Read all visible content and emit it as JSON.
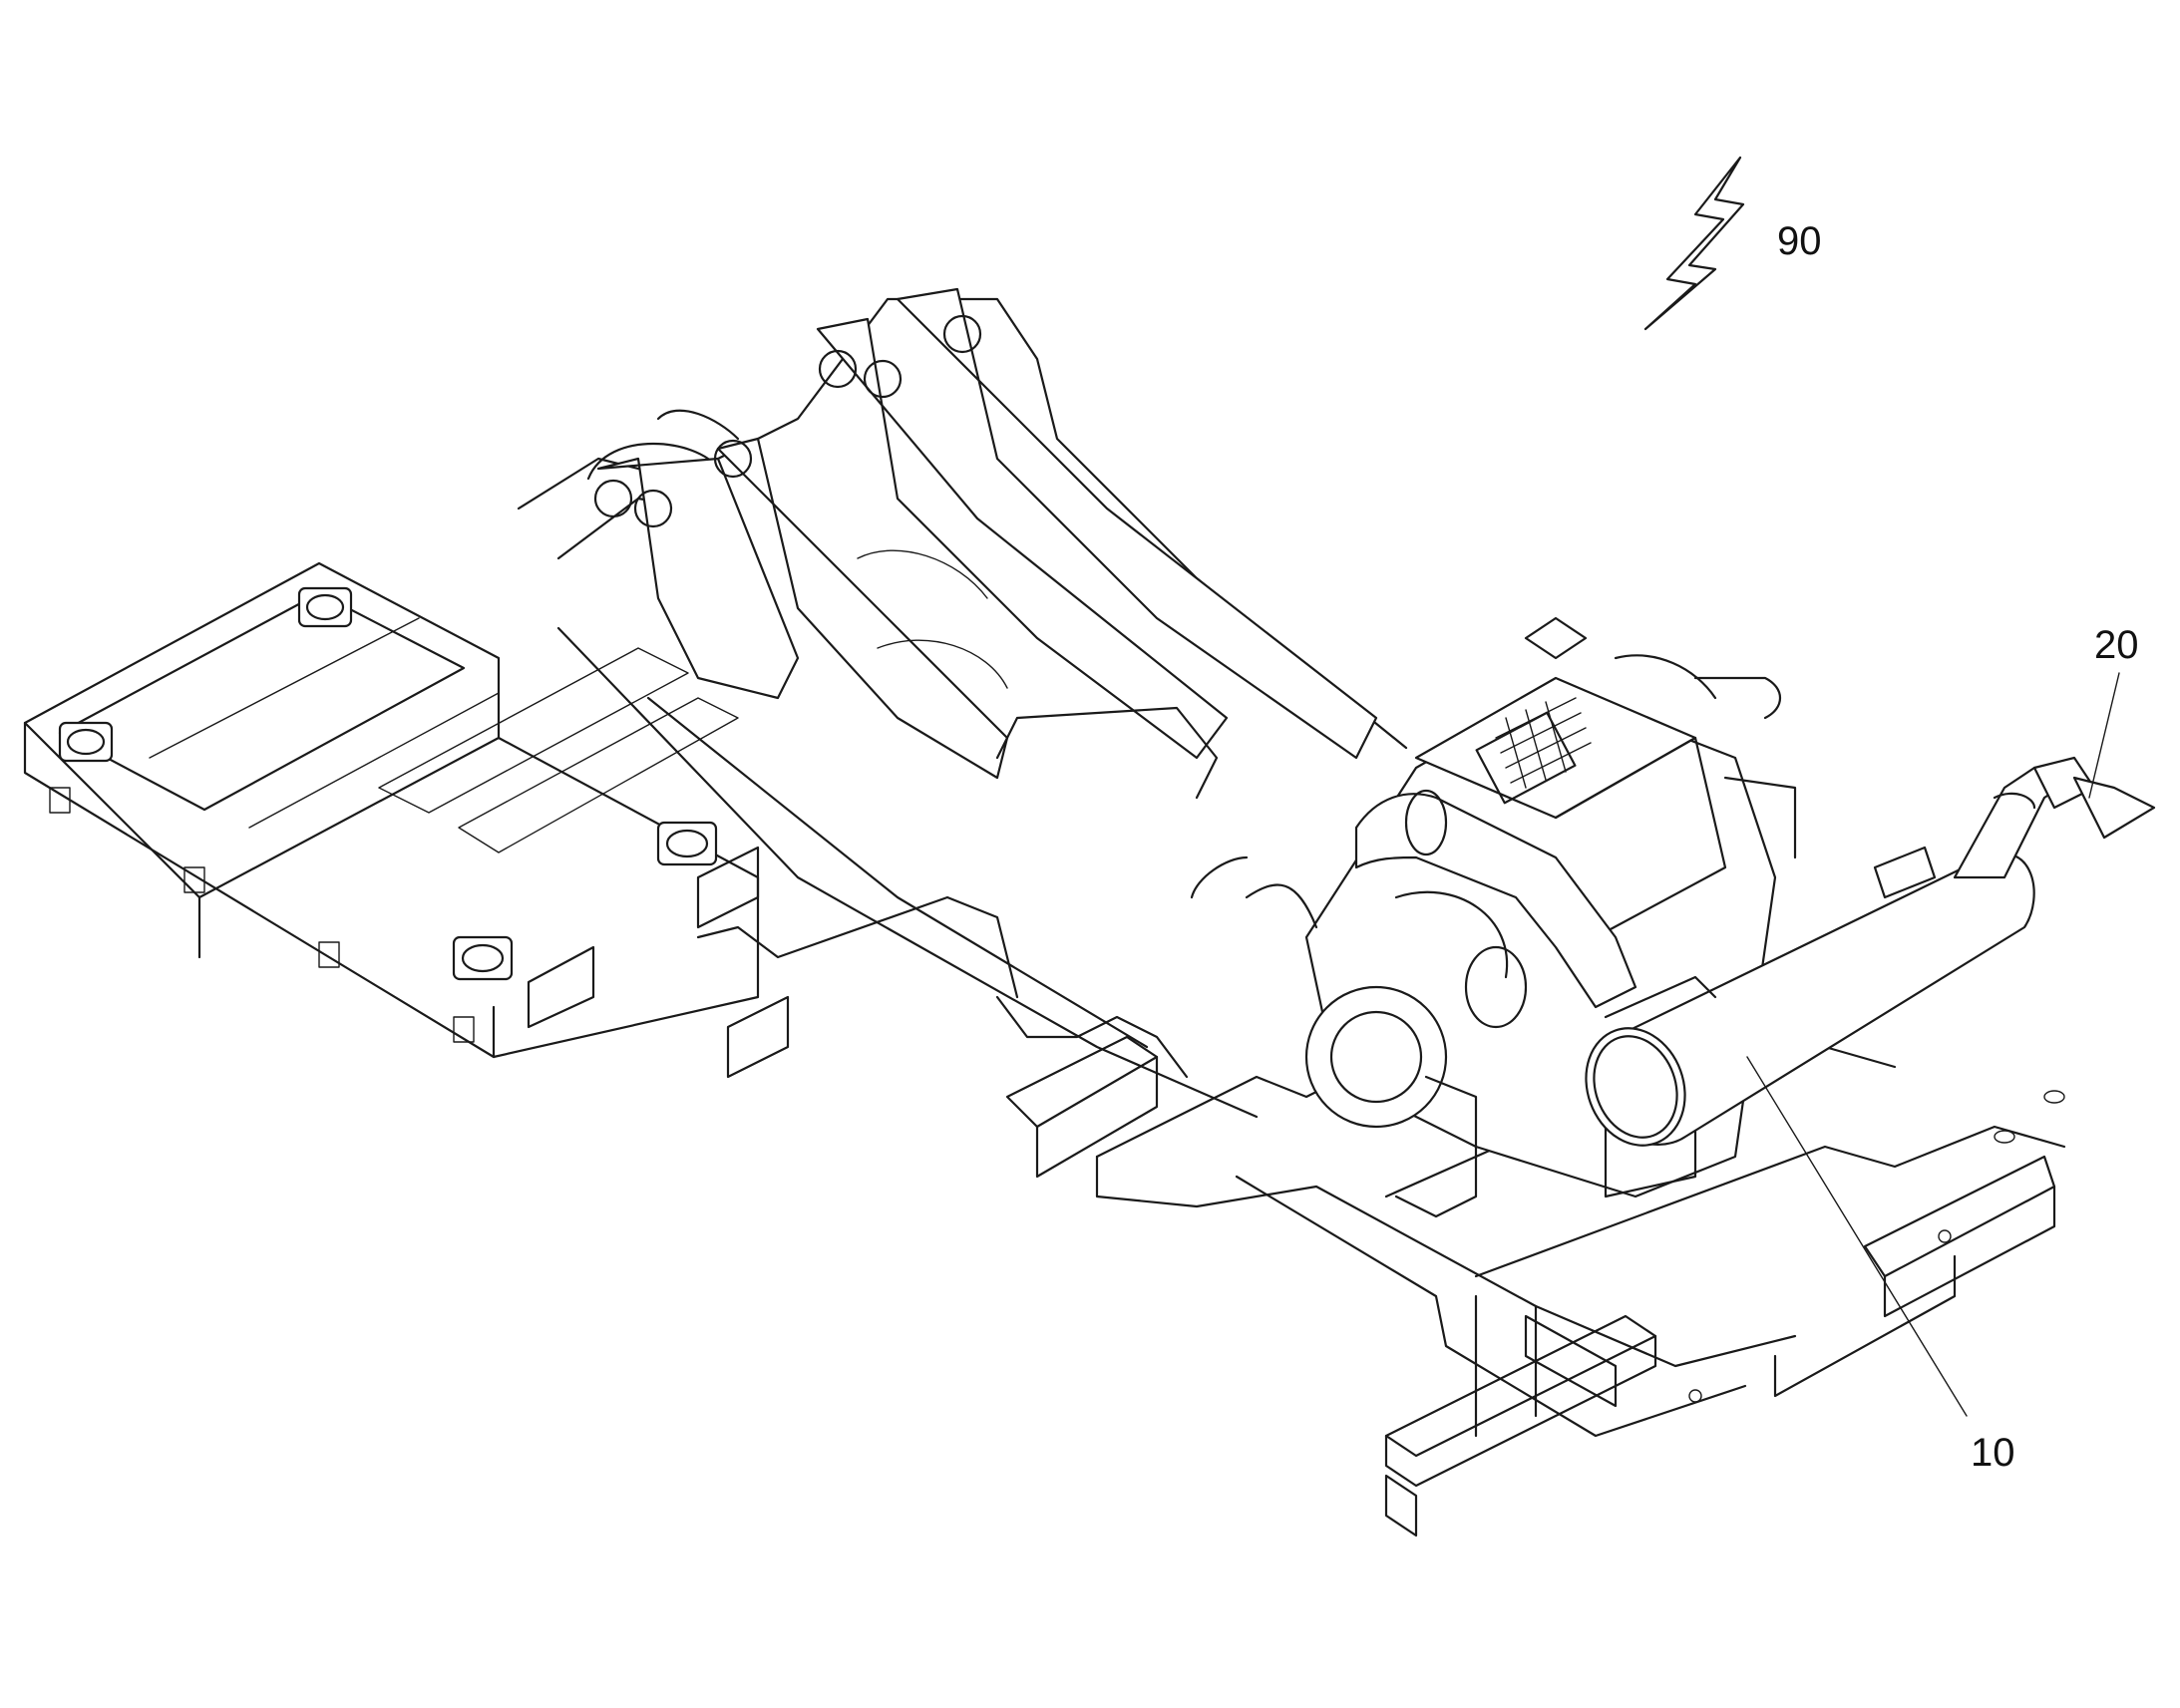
{
  "labels": {
    "ref_90": "90",
    "ref_20": "20",
    "ref_10": "10"
  },
  "icons": {
    "lightning": "lightning-bolt-icon"
  }
}
